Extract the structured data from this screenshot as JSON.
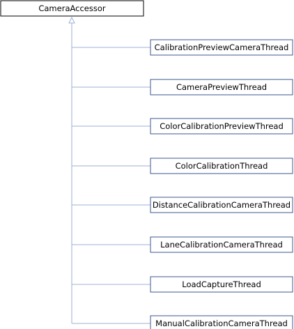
{
  "base_class": {
    "name": "CameraAccessor"
  },
  "derived_classes": [
    {
      "name": "CalibrationPreviewCameraThread"
    },
    {
      "name": "CameraPreviewThread"
    },
    {
      "name": "ColorCalibrationPreviewThread"
    },
    {
      "name": "ColorCalibrationThread"
    },
    {
      "name": "DistanceCalibrationCameraThread"
    },
    {
      "name": "LaneCalibrationCameraThread"
    },
    {
      "name": "LoadCaptureThread"
    },
    {
      "name": "ManualCalibrationCameraThread"
    }
  ],
  "colors": {
    "box_border": "#000000",
    "box_fill": "#ffffff",
    "derived_box_border": "#3d578c",
    "derived_box_fill": "#e2e8f2",
    "connector": "#9cb0d5",
    "text": "#000000"
  }
}
